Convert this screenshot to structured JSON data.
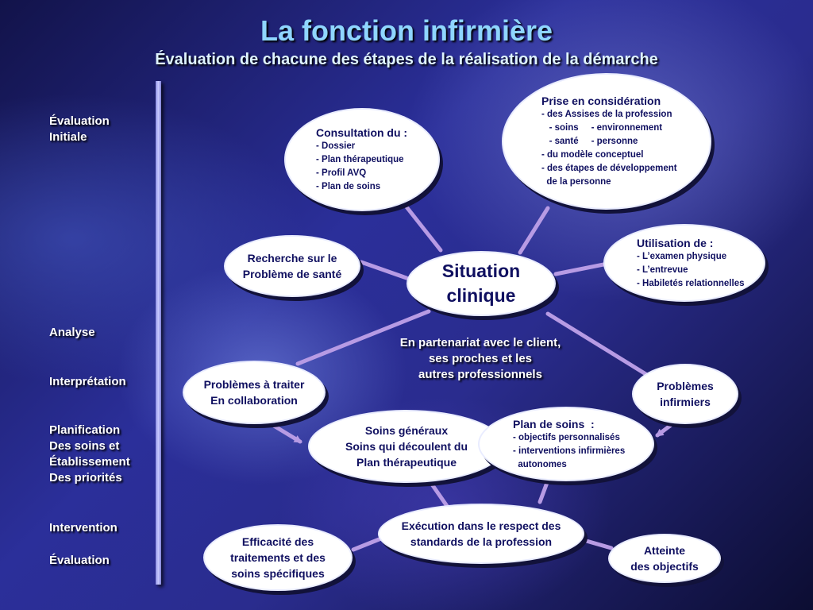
{
  "header": {
    "title": "La fonction infirmière",
    "subtitle": "Évaluation de chacune des étapes de la réalisation de la démarche"
  },
  "stages": [
    {
      "text": "Évaluation\nInitiale"
    },
    {
      "text": "Analyse"
    },
    {
      "text": "Interprétation"
    },
    {
      "text": "Planification\nDes soins et\nÉtablissement\nDes priorités"
    },
    {
      "text": "Intervention"
    },
    {
      "text": "Évaluation"
    }
  ],
  "nodes": {
    "consultation": {
      "heading": "Consultation du :",
      "lines": [
        "- Dossier",
        "- Plan thérapeutique",
        "- Profil AVQ",
        "- Plan de soins"
      ]
    },
    "prise": {
      "heading": "Prise en considération",
      "lines": [
        "- des Assises de la profession",
        "   - soins     - environnement",
        "   - santé     - personne",
        "- du modèle conceptuel",
        "- des étapes de développement",
        "  de la personne"
      ]
    },
    "recherche": {
      "lines": [
        "Recherche sur le",
        "Problème de santé"
      ]
    },
    "situation": {
      "lines": [
        "Situation",
        "clinique"
      ]
    },
    "utilisation": {
      "heading": "Utilisation de :",
      "lines": [
        "- L’examen physique",
        "- L’entrevue",
        "- Habiletés relationnelles"
      ]
    },
    "problemes_traiter": {
      "lines": [
        "Problèmes à traiter",
        "En collaboration"
      ]
    },
    "problemes_infirmiers": {
      "lines": [
        "Problèmes",
        "infirmiers"
      ]
    },
    "soins": {
      "lines": [
        "Soins généraux",
        "Soins qui découlent du",
        "Plan thérapeutique"
      ]
    },
    "plan": {
      "heading": "Plan de soins  :",
      "lines": [
        "- objectifs personnalisés",
        "- interventions infirmières",
        "  autonomes"
      ]
    },
    "execution": {
      "lines": [
        "Exécution dans le respect des",
        "standards de la profession"
      ]
    },
    "efficacite": {
      "lines": [
        "Efficacité des",
        "traitements et des",
        "soins spécifiques"
      ]
    },
    "atteinte": {
      "lines": [
        "Atteinte",
        "des objectifs"
      ]
    }
  },
  "note": {
    "lines": [
      "En partenariat avec le client,",
      "ses proches et les",
      "autres professionnels"
    ]
  },
  "colors": {
    "title": "#8fd6ff",
    "node_text": "#101060",
    "connector": "#b79be4",
    "bar": "#b8baf5"
  }
}
